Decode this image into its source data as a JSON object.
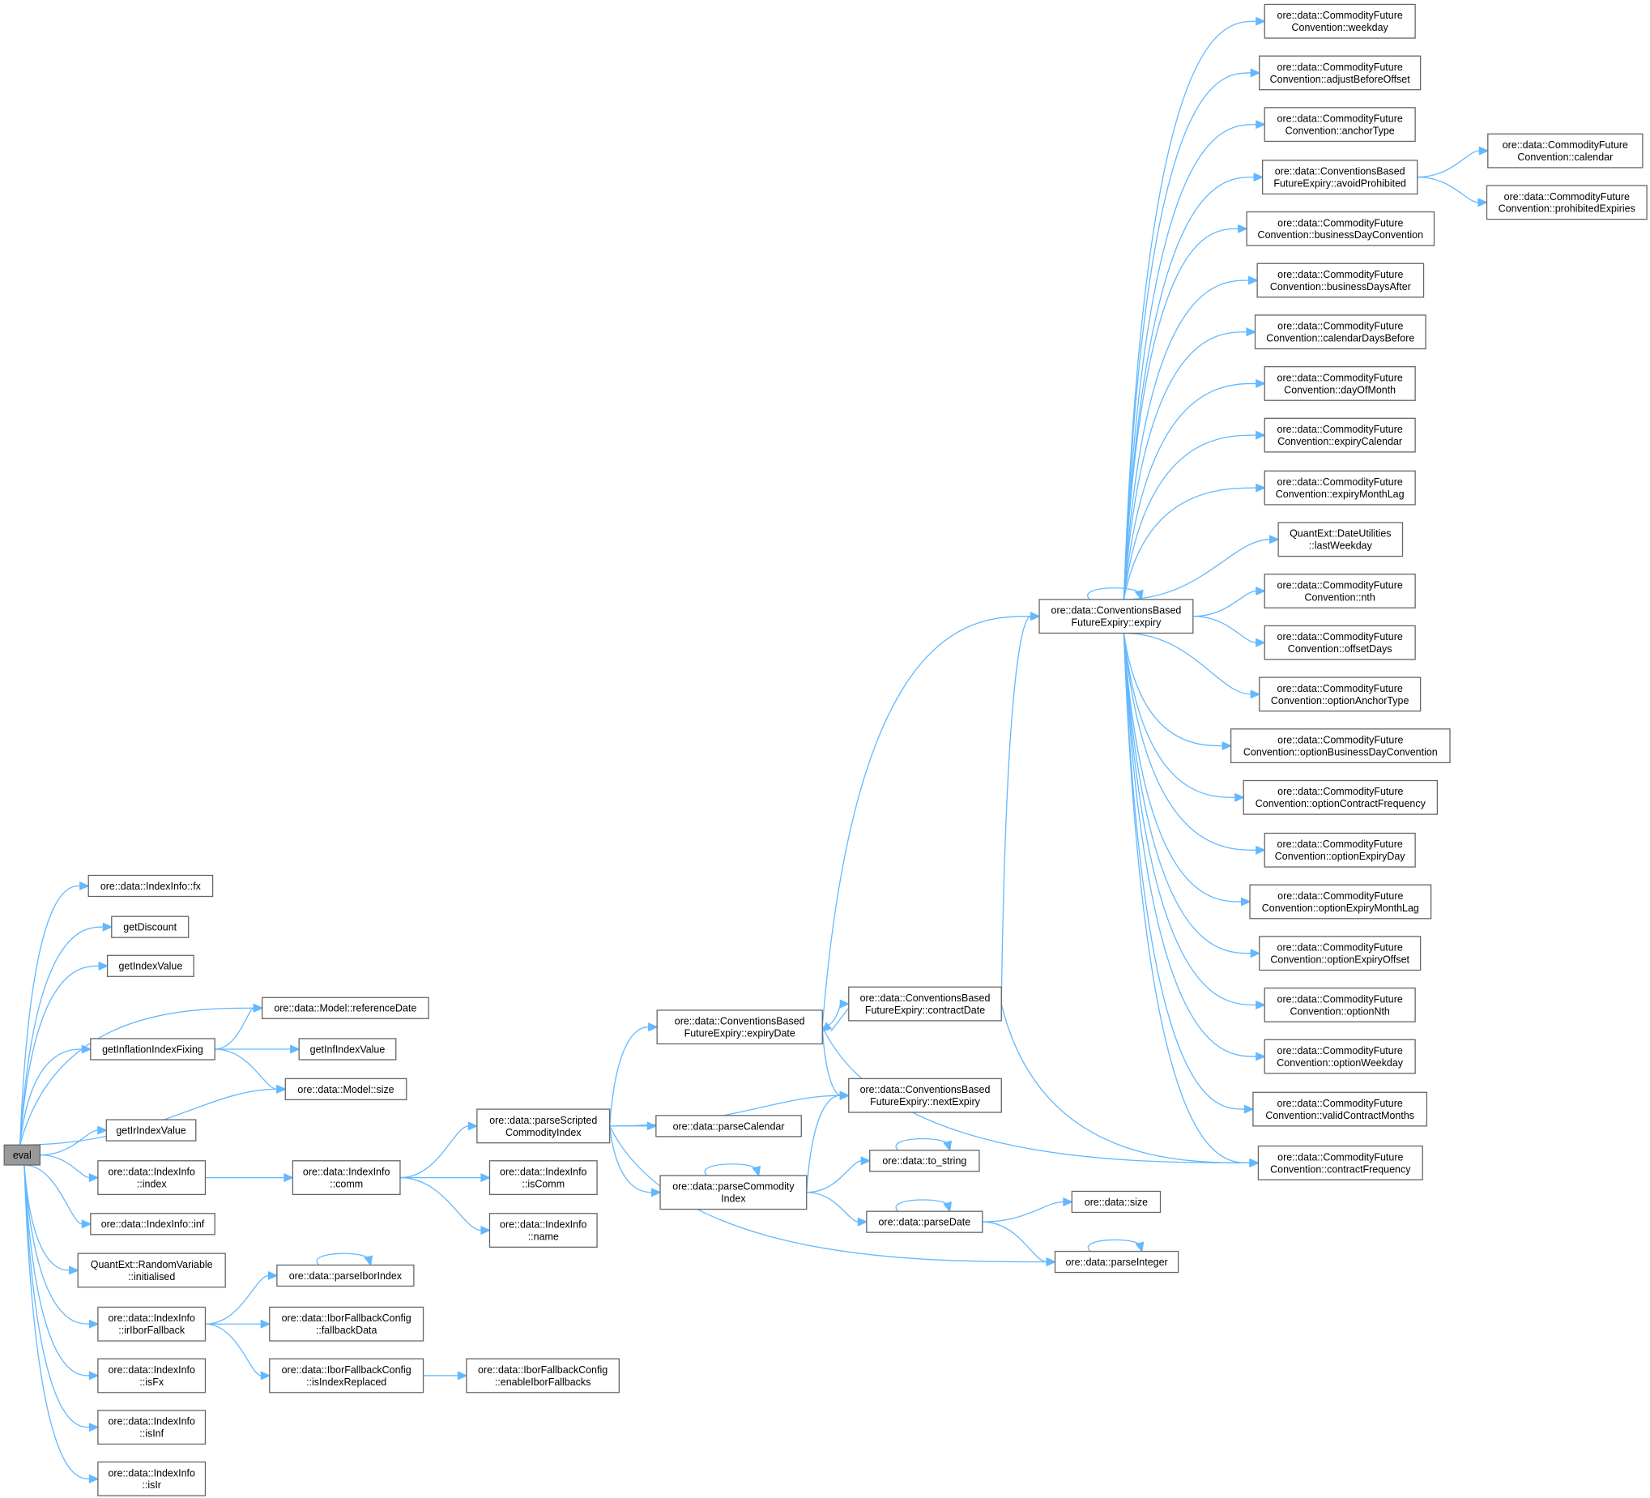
{
  "title": "Call graph of eval",
  "colors": {
    "edge": "#63b8ff",
    "node_border": "#666666",
    "root_fill": "#999999"
  },
  "nodes": [
    {
      "id": "eval",
      "label": [
        "eval"
      ],
      "root": true
    },
    {
      "id": "fx",
      "label": [
        "ore::data::IndexInfo::fx"
      ]
    },
    {
      "id": "getDiscount",
      "label": [
        "getDiscount"
      ]
    },
    {
      "id": "getIndexValue",
      "label": [
        "getIndexValue"
      ]
    },
    {
      "id": "referenceDate",
      "label": [
        "ore::data::Model::referenceDate"
      ]
    },
    {
      "id": "getInflationIndexFixing",
      "label": [
        "getInflationIndexFixing"
      ]
    },
    {
      "id": "getInfIndexValue",
      "label": [
        "getInfIndexValue"
      ]
    },
    {
      "id": "modelSize",
      "label": [
        "ore::data::Model::size"
      ]
    },
    {
      "id": "getIrIndexValue",
      "label": [
        "getIrIndexValue"
      ]
    },
    {
      "id": "index",
      "label": [
        "ore::data::IndexInfo",
        "::index"
      ]
    },
    {
      "id": "inf",
      "label": [
        "ore::data::IndexInfo::inf"
      ]
    },
    {
      "id": "initialised",
      "label": [
        "QuantExt::RandomVariable",
        "::initialised"
      ]
    },
    {
      "id": "irIborFallback",
      "label": [
        "ore::data::IndexInfo",
        "::irIborFallback"
      ]
    },
    {
      "id": "isFx",
      "label": [
        "ore::data::IndexInfo",
        "::isFx"
      ]
    },
    {
      "id": "isInf",
      "label": [
        "ore::data::IndexInfo",
        "::isInf"
      ]
    },
    {
      "id": "isIr",
      "label": [
        "ore::data::IndexInfo",
        "::isIr"
      ]
    },
    {
      "id": "comm",
      "label": [
        "ore::data::IndexInfo",
        "::comm"
      ]
    },
    {
      "id": "isComm",
      "label": [
        "ore::data::IndexInfo",
        "::isComm"
      ]
    },
    {
      "id": "name",
      "label": [
        "ore::data::IndexInfo",
        "::name"
      ]
    },
    {
      "id": "parseIborIndex",
      "label": [
        "ore::data::parseIborIndex"
      ]
    },
    {
      "id": "fallbackData",
      "label": [
        "ore::data::IborFallbackConfig",
        "::fallbackData"
      ]
    },
    {
      "id": "isIndexReplaced",
      "label": [
        "ore::data::IborFallbackConfig",
        "::isIndexReplaced"
      ]
    },
    {
      "id": "enableIborFallbacks",
      "label": [
        "ore::data::IborFallbackConfig",
        "::enableIborFallbacks"
      ]
    },
    {
      "id": "parseScripted",
      "label": [
        "ore::data::parseScripted",
        "CommodityIndex"
      ]
    },
    {
      "id": "parseCalendar",
      "label": [
        "ore::data::parseCalendar"
      ]
    },
    {
      "id": "parseCommodityIndex",
      "label": [
        "ore::data::parseCommodity",
        "Index"
      ]
    },
    {
      "id": "expiryDate",
      "label": [
        "ore::data::ConventionsBased",
        "FutureExpiry::expiryDate"
      ]
    },
    {
      "id": "contractDate",
      "label": [
        "ore::data::ConventionsBased",
        "FutureExpiry::contractDate"
      ]
    },
    {
      "id": "nextExpiry",
      "label": [
        "ore::data::ConventionsBased",
        "FutureExpiry::nextExpiry"
      ]
    },
    {
      "id": "toString",
      "label": [
        "ore::data::to_string"
      ]
    },
    {
      "id": "parseDate",
      "label": [
        "ore::data::parseDate"
      ]
    },
    {
      "id": "size",
      "label": [
        "ore::data::size"
      ]
    },
    {
      "id": "parseInteger",
      "label": [
        "ore::data::parseInteger"
      ]
    },
    {
      "id": "expiry",
      "label": [
        "ore::data::ConventionsBased",
        "FutureExpiry::expiry"
      ]
    },
    {
      "id": "weekday",
      "label": [
        "ore::data::CommodityFuture",
        "Convention::weekday"
      ]
    },
    {
      "id": "adjustBeforeOffset",
      "label": [
        "ore::data::CommodityFuture",
        "Convention::adjustBeforeOffset"
      ]
    },
    {
      "id": "anchorType",
      "label": [
        "ore::data::CommodityFuture",
        "Convention::anchorType"
      ]
    },
    {
      "id": "avoidProhibited",
      "label": [
        "ore::data::ConventionsBased",
        "FutureExpiry::avoidProhibited"
      ]
    },
    {
      "id": "businessDayConvention",
      "label": [
        "ore::data::CommodityFuture",
        "Convention::businessDayConvention"
      ]
    },
    {
      "id": "businessDaysAfter",
      "label": [
        "ore::data::CommodityFuture",
        "Convention::businessDaysAfter"
      ]
    },
    {
      "id": "calendarDaysBefore",
      "label": [
        "ore::data::CommodityFuture",
        "Convention::calendarDaysBefore"
      ]
    },
    {
      "id": "dayOfMonth",
      "label": [
        "ore::data::CommodityFuture",
        "Convention::dayOfMonth"
      ]
    },
    {
      "id": "expiryCalendar",
      "label": [
        "ore::data::CommodityFuture",
        "Convention::expiryCalendar"
      ]
    },
    {
      "id": "expiryMonthLag",
      "label": [
        "ore::data::CommodityFuture",
        "Convention::expiryMonthLag"
      ]
    },
    {
      "id": "lastWeekday",
      "label": [
        "QuantExt::DateUtilities",
        "::lastWeekday"
      ]
    },
    {
      "id": "nth",
      "label": [
        "ore::data::CommodityFuture",
        "Convention::nth"
      ]
    },
    {
      "id": "offsetDays",
      "label": [
        "ore::data::CommodityFuture",
        "Convention::offsetDays"
      ]
    },
    {
      "id": "optionAnchorType",
      "label": [
        "ore::data::CommodityFuture",
        "Convention::optionAnchorType"
      ]
    },
    {
      "id": "optionBusinessDayConvention",
      "label": [
        "ore::data::CommodityFuture",
        "Convention::optionBusinessDayConvention"
      ]
    },
    {
      "id": "optionContractFrequency",
      "label": [
        "ore::data::CommodityFuture",
        "Convention::optionContractFrequency"
      ]
    },
    {
      "id": "optionExpiryDay",
      "label": [
        "ore::data::CommodityFuture",
        "Convention::optionExpiryDay"
      ]
    },
    {
      "id": "optionExpiryMonthLag",
      "label": [
        "ore::data::CommodityFuture",
        "Convention::optionExpiryMonthLag"
      ]
    },
    {
      "id": "optionExpiryOffset",
      "label": [
        "ore::data::CommodityFuture",
        "Convention::optionExpiryOffset"
      ]
    },
    {
      "id": "optionNth",
      "label": [
        "ore::data::CommodityFuture",
        "Convention::optionNth"
      ]
    },
    {
      "id": "optionWeekday",
      "label": [
        "ore::data::CommodityFuture",
        "Convention::optionWeekday"
      ]
    },
    {
      "id": "validContractMonths",
      "label": [
        "ore::data::CommodityFuture",
        "Convention::validContractMonths"
      ]
    },
    {
      "id": "contractFrequency",
      "label": [
        "ore::data::CommodityFuture",
        "Convention::contractFrequency"
      ]
    },
    {
      "id": "calendar",
      "label": [
        "ore::data::CommodityFuture",
        "Convention::calendar"
      ]
    },
    {
      "id": "prohibitedExpiries",
      "label": [
        "ore::data::CommodityFuture",
        "Convention::prohibitedExpiries"
      ]
    }
  ],
  "edges": [
    [
      "eval",
      "fx"
    ],
    [
      "eval",
      "getDiscount"
    ],
    [
      "eval",
      "getIndexValue"
    ],
    [
      "eval",
      "referenceDate"
    ],
    [
      "eval",
      "getInflationIndexFixing"
    ],
    [
      "eval",
      "modelSize"
    ],
    [
      "eval",
      "getIrIndexValue"
    ],
    [
      "eval",
      "index"
    ],
    [
      "eval",
      "inf"
    ],
    [
      "eval",
      "initialised"
    ],
    [
      "eval",
      "irIborFallback"
    ],
    [
      "eval",
      "isFx"
    ],
    [
      "eval",
      "isInf"
    ],
    [
      "eval",
      "isIr"
    ],
    [
      "getInflationIndexFixing",
      "referenceDate"
    ],
    [
      "getInflationIndexFixing",
      "getInfIndexValue"
    ],
    [
      "getInflationIndexFixing",
      "modelSize"
    ],
    [
      "index",
      "comm"
    ],
    [
      "comm",
      "parseScripted"
    ],
    [
      "comm",
      "isComm"
    ],
    [
      "comm",
      "name"
    ],
    [
      "irIborFallback",
      "parseIborIndex"
    ],
    [
      "irIborFallback",
      "fallbackData"
    ],
    [
      "irIborFallback",
      "isIndexReplaced"
    ],
    [
      "parseIborIndex",
      "parseIborIndex"
    ],
    [
      "isIndexReplaced",
      "enableIborFallbacks"
    ],
    [
      "parseScripted",
      "expiryDate"
    ],
    [
      "parseScripted",
      "nextExpiry"
    ],
    [
      "parseScripted",
      "parseCalendar"
    ],
    [
      "parseScripted",
      "parseCommodityIndex"
    ],
    [
      "parseScripted",
      "parseInteger"
    ],
    [
      "parseCommodityIndex",
      "parseCommodityIndex"
    ],
    [
      "parseCommodityIndex",
      "nextExpiry"
    ],
    [
      "parseCommodityIndex",
      "toString"
    ],
    [
      "parseCommodityIndex",
      "parseDate"
    ],
    [
      "toString",
      "toString"
    ],
    [
      "parseDate",
      "parseDate"
    ],
    [
      "parseDate",
      "size"
    ],
    [
      "parseDate",
      "parseInteger"
    ],
    [
      "parseInteger",
      "parseInteger"
    ],
    [
      "expiryDate",
      "expiry"
    ],
    [
      "expiryDate",
      "contractDate"
    ],
    [
      "expiryDate",
      "nextExpiry"
    ],
    [
      "expiryDate",
      "contractFrequency"
    ],
    [
      "contractDate",
      "expiryDate"
    ],
    [
      "contractDate",
      "expiry"
    ],
    [
      "contractDate",
      "contractFrequency"
    ],
    [
      "expiry",
      "expiry"
    ],
    [
      "expiry",
      "weekday"
    ],
    [
      "expiry",
      "adjustBeforeOffset"
    ],
    [
      "expiry",
      "anchorType"
    ],
    [
      "expiry",
      "avoidProhibited"
    ],
    [
      "expiry",
      "businessDayConvention"
    ],
    [
      "expiry",
      "businessDaysAfter"
    ],
    [
      "expiry",
      "calendarDaysBefore"
    ],
    [
      "expiry",
      "dayOfMonth"
    ],
    [
      "expiry",
      "expiryCalendar"
    ],
    [
      "expiry",
      "expiryMonthLag"
    ],
    [
      "expiry",
      "lastWeekday"
    ],
    [
      "expiry",
      "nth"
    ],
    [
      "expiry",
      "offsetDays"
    ],
    [
      "expiry",
      "optionAnchorType"
    ],
    [
      "expiry",
      "optionBusinessDayConvention"
    ],
    [
      "expiry",
      "optionContractFrequency"
    ],
    [
      "expiry",
      "optionExpiryDay"
    ],
    [
      "expiry",
      "optionExpiryMonthLag"
    ],
    [
      "expiry",
      "optionExpiryOffset"
    ],
    [
      "expiry",
      "optionNth"
    ],
    [
      "expiry",
      "optionWeekday"
    ],
    [
      "expiry",
      "validContractMonths"
    ],
    [
      "expiry",
      "contractFrequency"
    ],
    [
      "avoidProhibited",
      "calendar"
    ],
    [
      "avoidProhibited",
      "prohibitedExpiries"
    ]
  ]
}
